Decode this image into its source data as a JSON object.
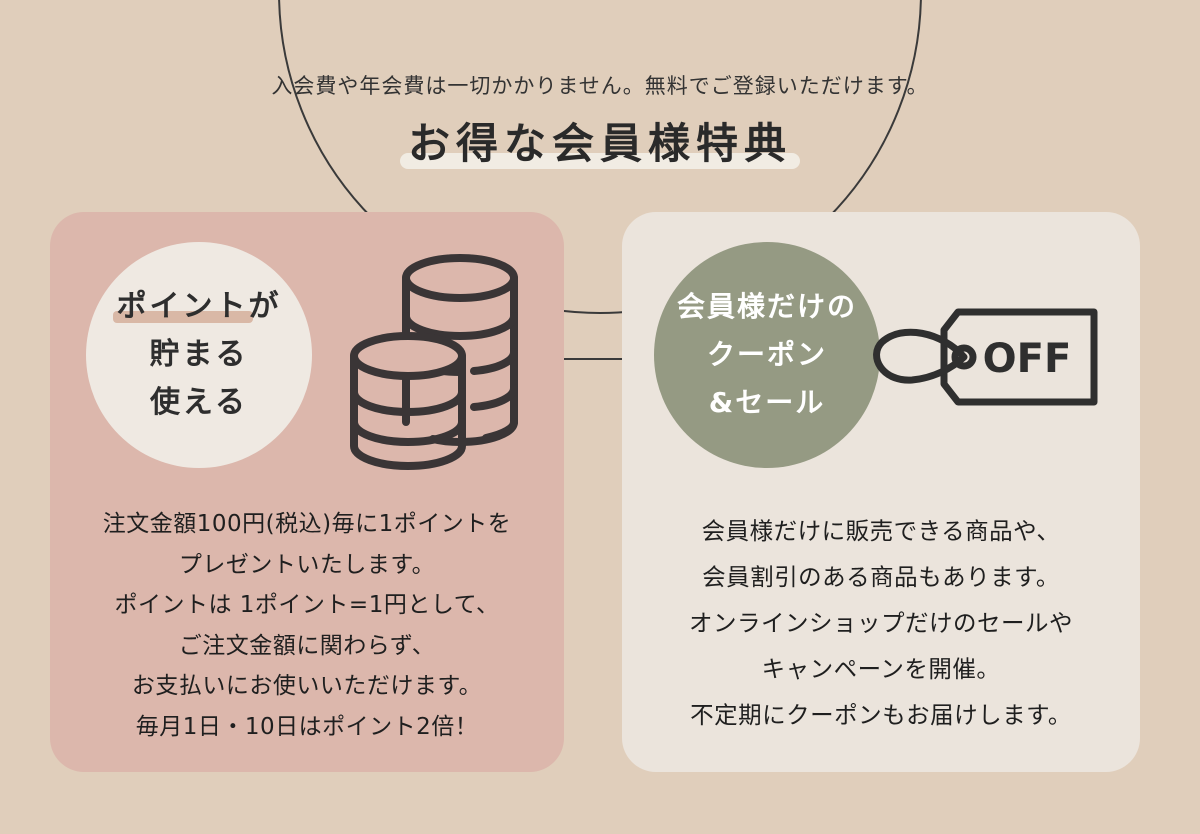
{
  "header": {
    "subtitle": "入会費や年会費は一切かかりません。無料でご登録いただけます。",
    "title": "お得な会員様特典"
  },
  "points_card": {
    "badge": {
      "line1_highlight": "ポイント",
      "line1_rest": "が",
      "line2": "貯まる",
      "line3": "使える"
    },
    "icon": "coin-stack-icon",
    "description": [
      "注文金額100円(税込)毎に1ポイントを",
      "プレゼントいたします。",
      "ポイントは 1ポイント=1円として、",
      "ご注文金額に関わらず、",
      "お支払いにお使いいただけます。",
      "毎月1日・10日はポイント2倍！"
    ]
  },
  "coupon_card": {
    "badge": {
      "line1": "会員様だけの",
      "line2": "クーポン",
      "line3": "&セール"
    },
    "icon": "off-tag-icon",
    "tag_text": "OFF",
    "description": [
      "会員様だけに販売できる商品や、",
      "会員割引のある商品もあります。",
      "オンラインショップだけのセールや",
      "キャンペーンを開催。",
      "不定期にクーポンもお届けします。"
    ]
  },
  "colors": {
    "background": "#e0cebb",
    "points_card": "#dcb7ac",
    "coupon_card": "#ebe4dc",
    "coupon_badge": "#959a83",
    "points_badge": "#efe9e2",
    "ink": "#2a2a2a"
  }
}
